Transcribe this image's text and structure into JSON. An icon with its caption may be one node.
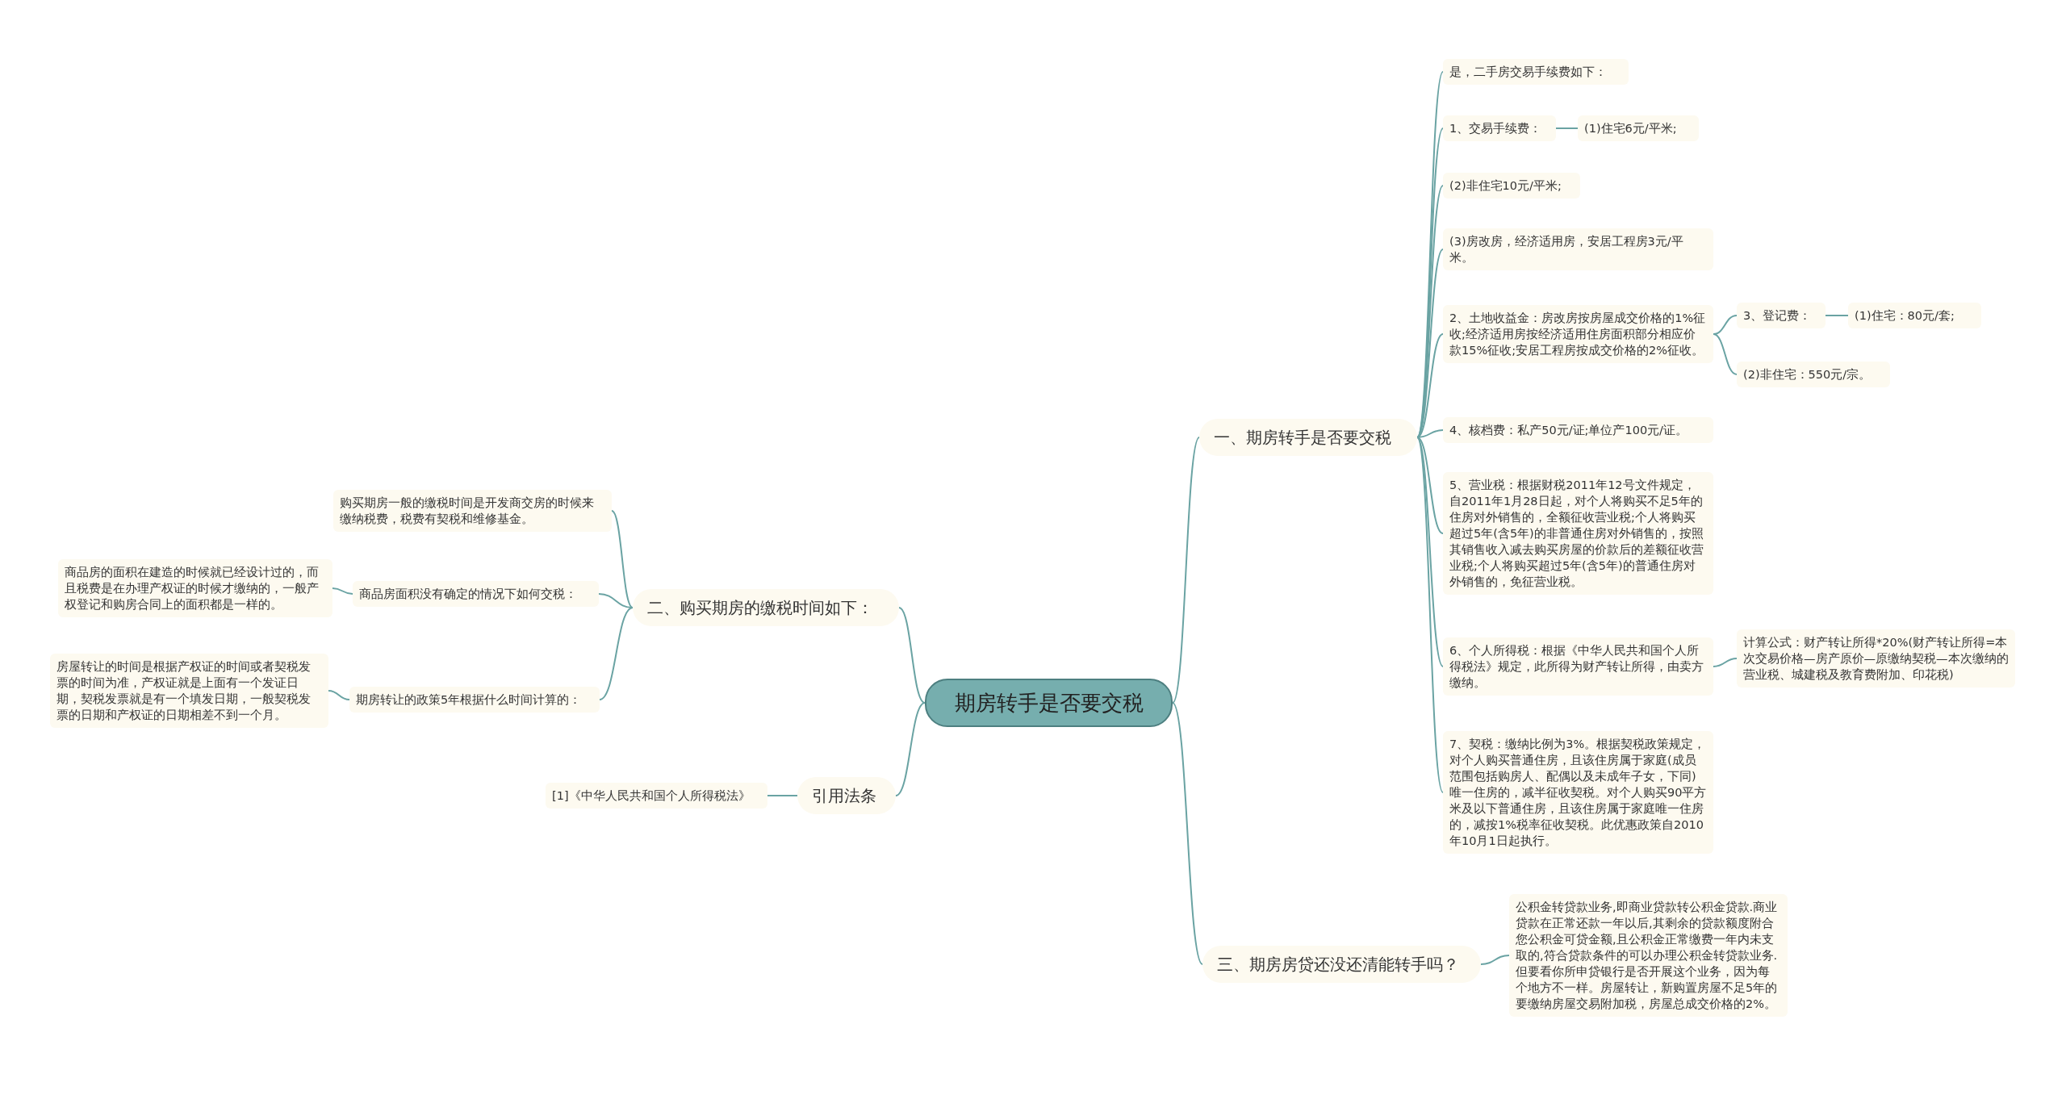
{
  "diagram": {
    "nodes": [
      {
        "text": [
          "期房转手是否要交税"
        ]
      },
      {
        "text": [
          "一、期房转手是否要交税"
        ]
      },
      {
        "text": [
          "是，二手房交易手续费如下："
        ]
      },
      {
        "text": [
          "1、交易手续费："
        ]
      },
      {
        "text": [
          "(1)住宅6元/平米;"
        ]
      },
      {
        "text": [
          "(2)非住宅10元/平米;"
        ]
      },
      {
        "text": [
          "(3)房改房，经济适用房，安居工程房3元/平米。"
        ]
      },
      {
        "text": [
          "2、土地收益金：房改房按房屋成交价格的1%征收;经济适用房按经济适用住房面积部分相应价款15%征收;安居工程房按成交价格的2%征收。"
        ]
      },
      {
        "text": [
          "3、登记费："
        ]
      },
      {
        "text": [
          "(1)住宅：80元/套;"
        ]
      },
      {
        "text": [
          "(2)非住宅：550元/宗。"
        ]
      },
      {
        "text": [
          "4、核档费：私产50元/证;单位产100元/证。"
        ]
      },
      {
        "text": [
          "5、营业税：根据财税2011年12号文件规定，自2011年1月28日起，对个人将购买不足5年的住房对外销售的，全额征收营业税;个人将购买超过5年(含5年)的非普通住房对外销售的，按照其销售收入减去购买房屋的价款后的差额征收营业税;个人将购买超过5年(含5年)的普通住房对外销售的，免征营业税。"
        ]
      },
      {
        "text": [
          "6、个人所得税：根据《中华人民共和国个人所得税法》规定，此所得为财产转让所得，由卖方缴纳。"
        ]
      },
      {
        "text": [
          "计算公式：财产转让所得*20%(财产转让所得=本次交易价格—房产原价—原缴纳契税—本次缴纳的营业税、城建税及教育费附加、印花税)"
        ]
      },
      {
        "text": [
          "7、契税：缴纳比例为3%。根据契税政策规定，对个人购买普通住房，且该住房属于家庭(成员范围包括购房人、配偶以及未成年子女，下同)唯一住房的，减半征收契税。对个人购买90平方米及以下普通住房，且该住房属于家庭唯一住房的，减按1%税率征收契税。此优惠政策自2010年10月1日起执行。"
        ]
      },
      {
        "text": [
          "二、购买期房的缴税时间如下："
        ]
      },
      {
        "text": [
          "购买期房一般的缴税时间是开发商交房的时候来缴纳税费，税费有契税和维修基金。"
        ]
      },
      {
        "text": [
          "商品房面积没有确定的情况下如何交税："
        ]
      },
      {
        "text": [
          "商品房的面积在建造的时候就已经设计过的，而且税费是在办理产权证的时候才缴纳的，一般产权登记和购房合同上的面积都是一样的。"
        ]
      },
      {
        "text": [
          "期房转让的政策5年根据什么时间计算的："
        ]
      },
      {
        "text": [
          "房屋转让的时间是根据产权证的时间或者契税发票的时间为准，产权证就是上面有一个发证日期，契税发票就是有一个填发日期，一般契税发票的日期和产权证的日期相差不到一个月。"
        ]
      },
      {
        "text": [
          "引用法条"
        ]
      },
      {
        "text": [
          "[1]《中华人民共和国个人所得税法》"
        ]
      },
      {
        "text": [
          "三、期房房贷还没还清能转手吗？"
        ]
      },
      {
        "text": [
          "公积金转贷款业务,即商业贷款转公积金贷款.商业贷款在正常还款一年以后,其剩余的贷款额度附合您公积金可贷金额,且公积金正常缴费一年内未支取的,符合贷款条件的可以办理公积金转贷款业务.但要看你所申贷银行是否开展这个业务，因为每个地方不一样。房屋转让，新购置房屋不足5年的要缴纳房屋交易附加税，房屋总成交价格的2%。"
        ]
      }
    ],
    "edges": [
      {
        "from": 0,
        "to": 1,
        "arrow": "none"
      },
      {
        "from": 0,
        "to": 16,
        "arrow": "none"
      },
      {
        "from": 0,
        "to": 22,
        "arrow": "none"
      },
      {
        "from": 0,
        "to": 24,
        "arrow": "none"
      },
      {
        "from": 1,
        "to": 2,
        "arrow": "none"
      },
      {
        "from": 1,
        "to": 3,
        "arrow": "none"
      },
      {
        "from": 3,
        "to": 4,
        "arrow": "none"
      },
      {
        "from": 1,
        "to": 5,
        "arrow": "none"
      },
      {
        "from": 1,
        "to": 6,
        "arrow": "none"
      },
      {
        "from": 1,
        "to": 7,
        "arrow": "none"
      },
      {
        "from": 7,
        "to": 8,
        "arrow": "none"
      },
      {
        "from": 8,
        "to": 9,
        "arrow": "none"
      },
      {
        "from": 7,
        "to": 10,
        "arrow": "none"
      },
      {
        "from": 1,
        "to": 11,
        "arrow": "none"
      },
      {
        "from": 1,
        "to": 12,
        "arrow": "none"
      },
      {
        "from": 1,
        "to": 13,
        "arrow": "none"
      },
      {
        "from": 13,
        "to": 14,
        "arrow": "none"
      },
      {
        "from": 1,
        "to": 15,
        "arrow": "none"
      },
      {
        "from": 16,
        "to": 17,
        "arrow": "none"
      },
      {
        "from": 16,
        "to": 18,
        "arrow": "none"
      },
      {
        "from": 18,
        "to": 19,
        "arrow": "none"
      },
      {
        "from": 16,
        "to": 20,
        "arrow": "none"
      },
      {
        "from": 20,
        "to": 21,
        "arrow": "none"
      },
      {
        "from": 22,
        "to": 23,
        "arrow": "none"
      },
      {
        "from": 24,
        "to": 25,
        "arrow": "none"
      }
    ]
  }
}
